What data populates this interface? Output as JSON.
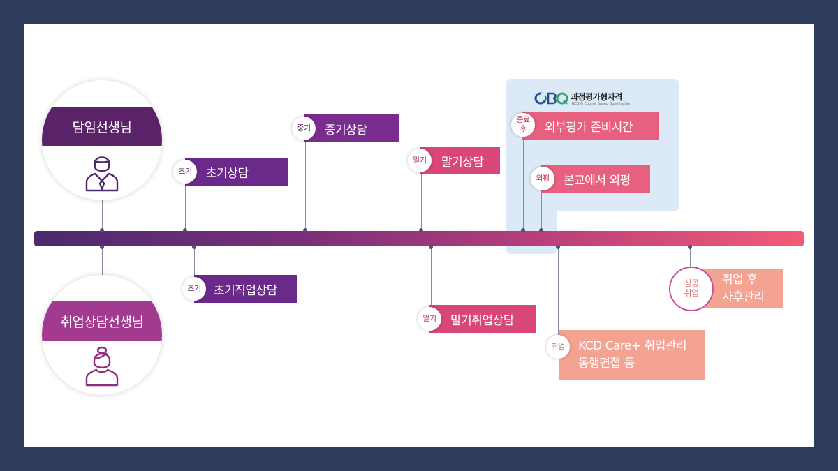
{
  "roles": {
    "homeroom_teacher": "담임선생님",
    "employment_counselor": "취업상담선생님"
  },
  "cbq": {
    "logo_text": "CBQ",
    "title": "과정평가형자격",
    "subtitle": "NCS & Course Based Qualification"
  },
  "upper_steps": [
    {
      "badge": "초기",
      "label": "초기상담"
    },
    {
      "badge": "중기",
      "label": "중기상담"
    },
    {
      "badge": "말기",
      "label": "말기상담"
    },
    {
      "badge_line1": "종료",
      "badge_line2": "후",
      "label": "외부평가 준비시간"
    },
    {
      "badge": "외평",
      "label": "본교에서 외평"
    }
  ],
  "lower_steps": [
    {
      "badge": "초기",
      "label": "초기직업상담"
    },
    {
      "badge": "말기",
      "label": "말기취업상담"
    },
    {
      "badge": "취업",
      "label_line1": "KCD Care+ 취업관리",
      "label_line2": "동행면접 등"
    },
    {
      "badge_line1": "성공",
      "badge_line2": "취업",
      "label_line1": "취업 후",
      "label_line2": "사후관리"
    }
  ],
  "colors": {
    "frame": "#2e3c5c",
    "homeroom": "#5a2368",
    "counselor": "#a23a8f",
    "purple": "#6b2a8a",
    "pink": "#d9467a",
    "salmon": "#f4a291",
    "cbq_zone": "#dbeaf6"
  }
}
